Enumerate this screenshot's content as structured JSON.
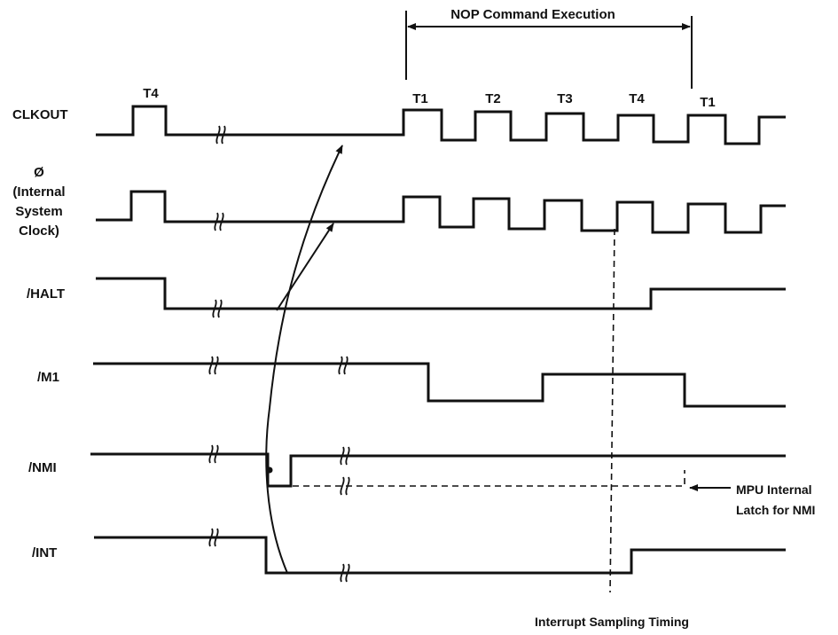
{
  "header": {
    "title": "NOP Command Execution"
  },
  "signals": {
    "clkout": "CLKOUT",
    "phi_symbol": "Ø",
    "phi_line1": "(Internal",
    "phi_line2": "System",
    "phi_line3": "Clock)",
    "halt": "/HALT",
    "m1": "/M1",
    "nmi": "/NMI",
    "int": "/INT"
  },
  "t_states": {
    "pre": "T4",
    "seq": [
      "T1",
      "T2",
      "T3",
      "T4",
      "T1"
    ]
  },
  "annotations": {
    "latch_line1": "MPU Internal",
    "latch_line2": "Latch for NMI",
    "sampling": "Interrupt Sampling Timing"
  }
}
